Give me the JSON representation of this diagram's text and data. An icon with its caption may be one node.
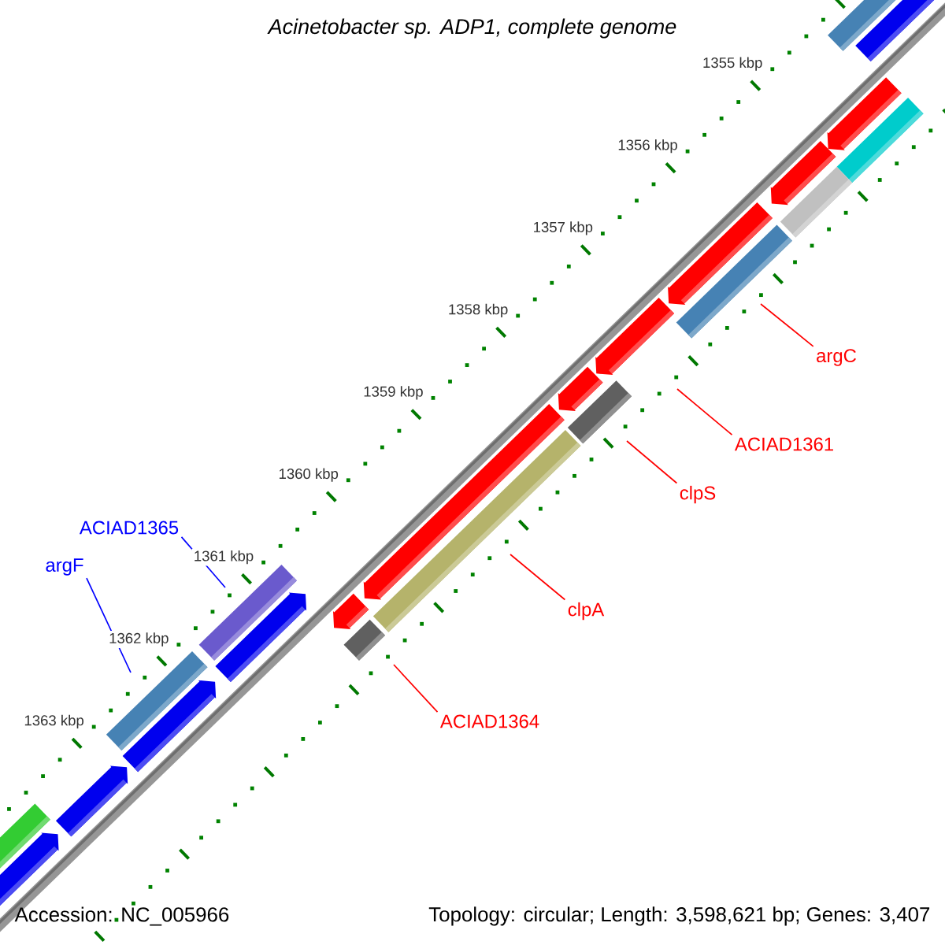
{
  "diagram": {
    "title": "Acinetobacter sp. ADP1, complete genome",
    "nodes": [
      {
        "text": [
          "argC"
        ]
      },
      {
        "text": [
          "ACIAD1361"
        ]
      },
      {
        "text": [
          "clpS"
        ]
      },
      {
        "text": [
          "ACIAD1365"
        ]
      },
      {
        "text": [
          "argF"
        ]
      },
      {
        "text": [
          "clpA"
        ]
      },
      {
        "text": [
          "ACIAD1364"
        ]
      }
    ],
    "edges": [
      {
        "from": 0,
        "to": null,
        "arrow": "none"
      },
      {
        "from": 1,
        "to": null,
        "arrow": "none"
      },
      {
        "from": 2,
        "to": null,
        "arrow": "none"
      },
      {
        "from": 3,
        "to": null,
        "arrow": "none",
        "color": "#0000ff"
      },
      {
        "from": 4,
        "to": null,
        "arrow": "none",
        "color": "#0000ff"
      },
      {
        "from": 5,
        "to": null,
        "arrow": "none"
      },
      {
        "from": 6,
        "to": null,
        "arrow": "none"
      }
    ],
    "labels": [
      "1355 kbp",
      "1356 kbp",
      "1357 kbp",
      "1358 kbp",
      "1359 kbp",
      "1360 kbp",
      "1361 kbp",
      "1362 kbp",
      "1363 kbp",
      "Accession: NC_005966",
      "Topology: circular; Length: 3,598,621 bp; Genes: 3,407"
    ]
  }
}
